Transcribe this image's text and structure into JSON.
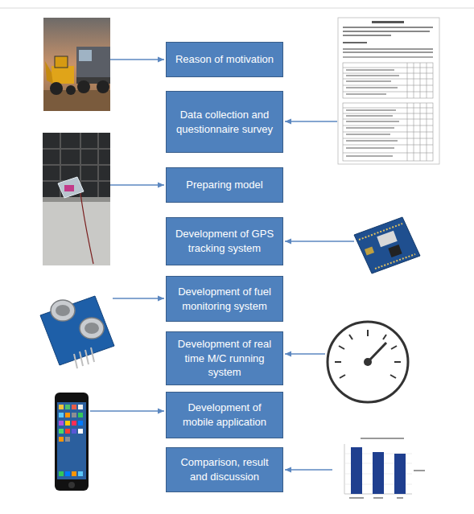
{
  "diagram": {
    "nodes": [
      {
        "text": [
          "Reason of motivation"
        ]
      },
      {
        "text": [
          "Data collection and questionnaire survey"
        ]
      },
      {
        "text": [
          "Preparing model"
        ]
      },
      {
        "text": [
          "Development of GPS tracking system"
        ]
      },
      {
        "text": [
          "Development of fuel monitoring system"
        ]
      },
      {
        "text": [
          "Development of real time M/C running system"
        ]
      },
      {
        "text": [
          "Development of mobile application"
        ]
      },
      {
        "text": [
          "Comparison, result and discussion"
        ]
      }
    ]
  }
}
